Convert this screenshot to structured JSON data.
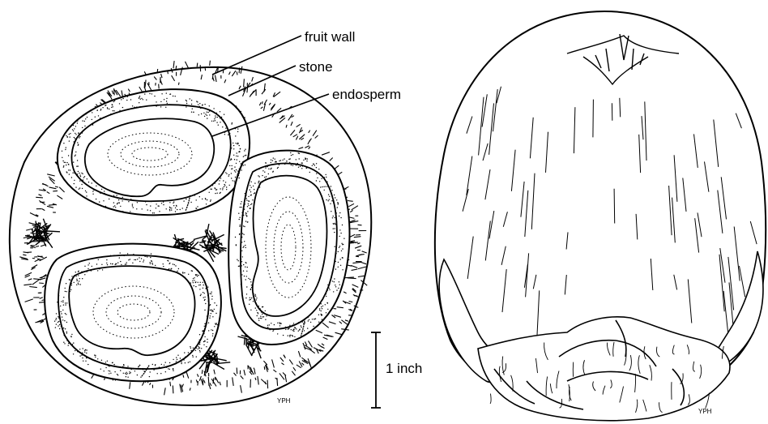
{
  "cross_section": {
    "labels": {
      "fruit_wall": "fruit wall",
      "stone": "stone",
      "endosperm": "endosperm"
    },
    "scale_bar": "1 inch",
    "signature": "YPH"
  },
  "whole_fruit": {
    "signature": "YPH"
  },
  "colors": {
    "ink": "#000000",
    "paper": "#ffffff"
  }
}
